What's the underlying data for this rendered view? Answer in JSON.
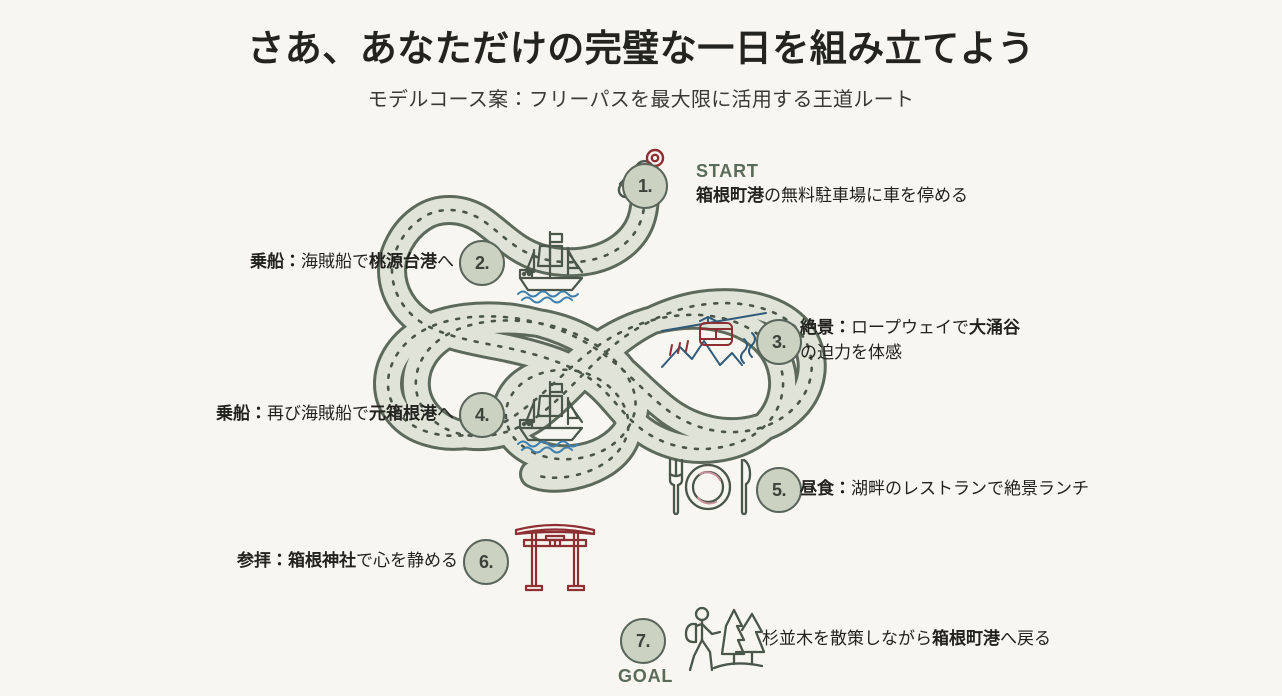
{
  "header": {
    "title": "さあ、あなただけの完璧な一日を組み立てよう",
    "subtitle": "モデルコース案：フリーパスを最大限に活用する王道ルート"
  },
  "colors": {
    "background": "#f8f6f0",
    "road_fill": "#dfe3d8",
    "road_stroke": "#5d6a5b",
    "road_dash": "#4a5548",
    "marker_fill": "#cbd2c2",
    "marker_stroke": "#59645a",
    "text": "#22221e",
    "badge_green": "#5b6b59",
    "icon_green": "#4a564a",
    "icon_red": "#8e2f34",
    "icon_blue": "#2f5a7a"
  },
  "badges": {
    "start": "START",
    "goal": "GOAL"
  },
  "steps": [
    {
      "number": "1.",
      "side": "right",
      "icon": "car-key-icon",
      "badge": "START",
      "label_lines": [
        [
          {
            "text": "箱根町港",
            "bold": true
          },
          {
            "text": "の無料駐車場に車を停める",
            "bold": false
          }
        ]
      ],
      "label_plain": "箱根町港の無料駐車場に車を停める"
    },
    {
      "number": "2.",
      "side": "left",
      "icon": "pirate-ship-icon",
      "badge": "",
      "label_lines": [
        [
          {
            "text": "乗船：",
            "bold": true
          },
          {
            "text": "海賊船で",
            "bold": false
          },
          {
            "text": "桃源台港",
            "bold": true
          },
          {
            "text": "へ",
            "bold": false
          }
        ]
      ],
      "label_plain": "乗船：海賊船で桃源台港へ"
    },
    {
      "number": "3.",
      "side": "right",
      "icon": "ropeway-icon",
      "badge": "",
      "label_lines": [
        [
          {
            "text": "絶景：",
            "bold": true
          },
          {
            "text": "ロープウェイで",
            "bold": false
          },
          {
            "text": "大涌谷",
            "bold": true
          }
        ],
        [
          {
            "text": "の迫力を体感",
            "bold": false
          }
        ]
      ],
      "label_plain": "絶景：ロープウェイで大涌谷の迫力を体感"
    },
    {
      "number": "4.",
      "side": "left",
      "icon": "pirate-ship-icon",
      "badge": "",
      "label_lines": [
        [
          {
            "text": "乗船：",
            "bold": true
          },
          {
            "text": "再び海賊船で",
            "bold": false
          },
          {
            "text": "元箱根港",
            "bold": true
          },
          {
            "text": "へ",
            "bold": false
          }
        ]
      ],
      "label_plain": "乗船：再び海賊船で元箱根港へ"
    },
    {
      "number": "5.",
      "side": "right",
      "icon": "meal-icon",
      "badge": "",
      "label_lines": [
        [
          {
            "text": "昼食：",
            "bold": true
          },
          {
            "text": "湖畔のレストランで絶景ランチ",
            "bold": false
          }
        ]
      ],
      "label_plain": "昼食：湖畔のレストランで絶景ランチ"
    },
    {
      "number": "6.",
      "side": "left",
      "icon": "torii-icon",
      "badge": "",
      "label_lines": [
        [
          {
            "text": "参拝：",
            "bold": true
          },
          {
            "text": "箱根神社",
            "bold": true
          },
          {
            "text": "で心を静める",
            "bold": false
          }
        ]
      ],
      "label_plain": "参拝：箱根神社で心を静める"
    },
    {
      "number": "7.",
      "side": "right",
      "icon": "hiker-trees-icon",
      "badge": "GOAL",
      "label_lines": [
        [
          {
            "text": "杉並木を散策しながら",
            "bold": false
          },
          {
            "text": "箱根町港",
            "bold": true
          },
          {
            "text": "へ戻る",
            "bold": false
          }
        ]
      ],
      "label_plain": "杉並木を散策しながら箱根町港へ戻る"
    }
  ]
}
